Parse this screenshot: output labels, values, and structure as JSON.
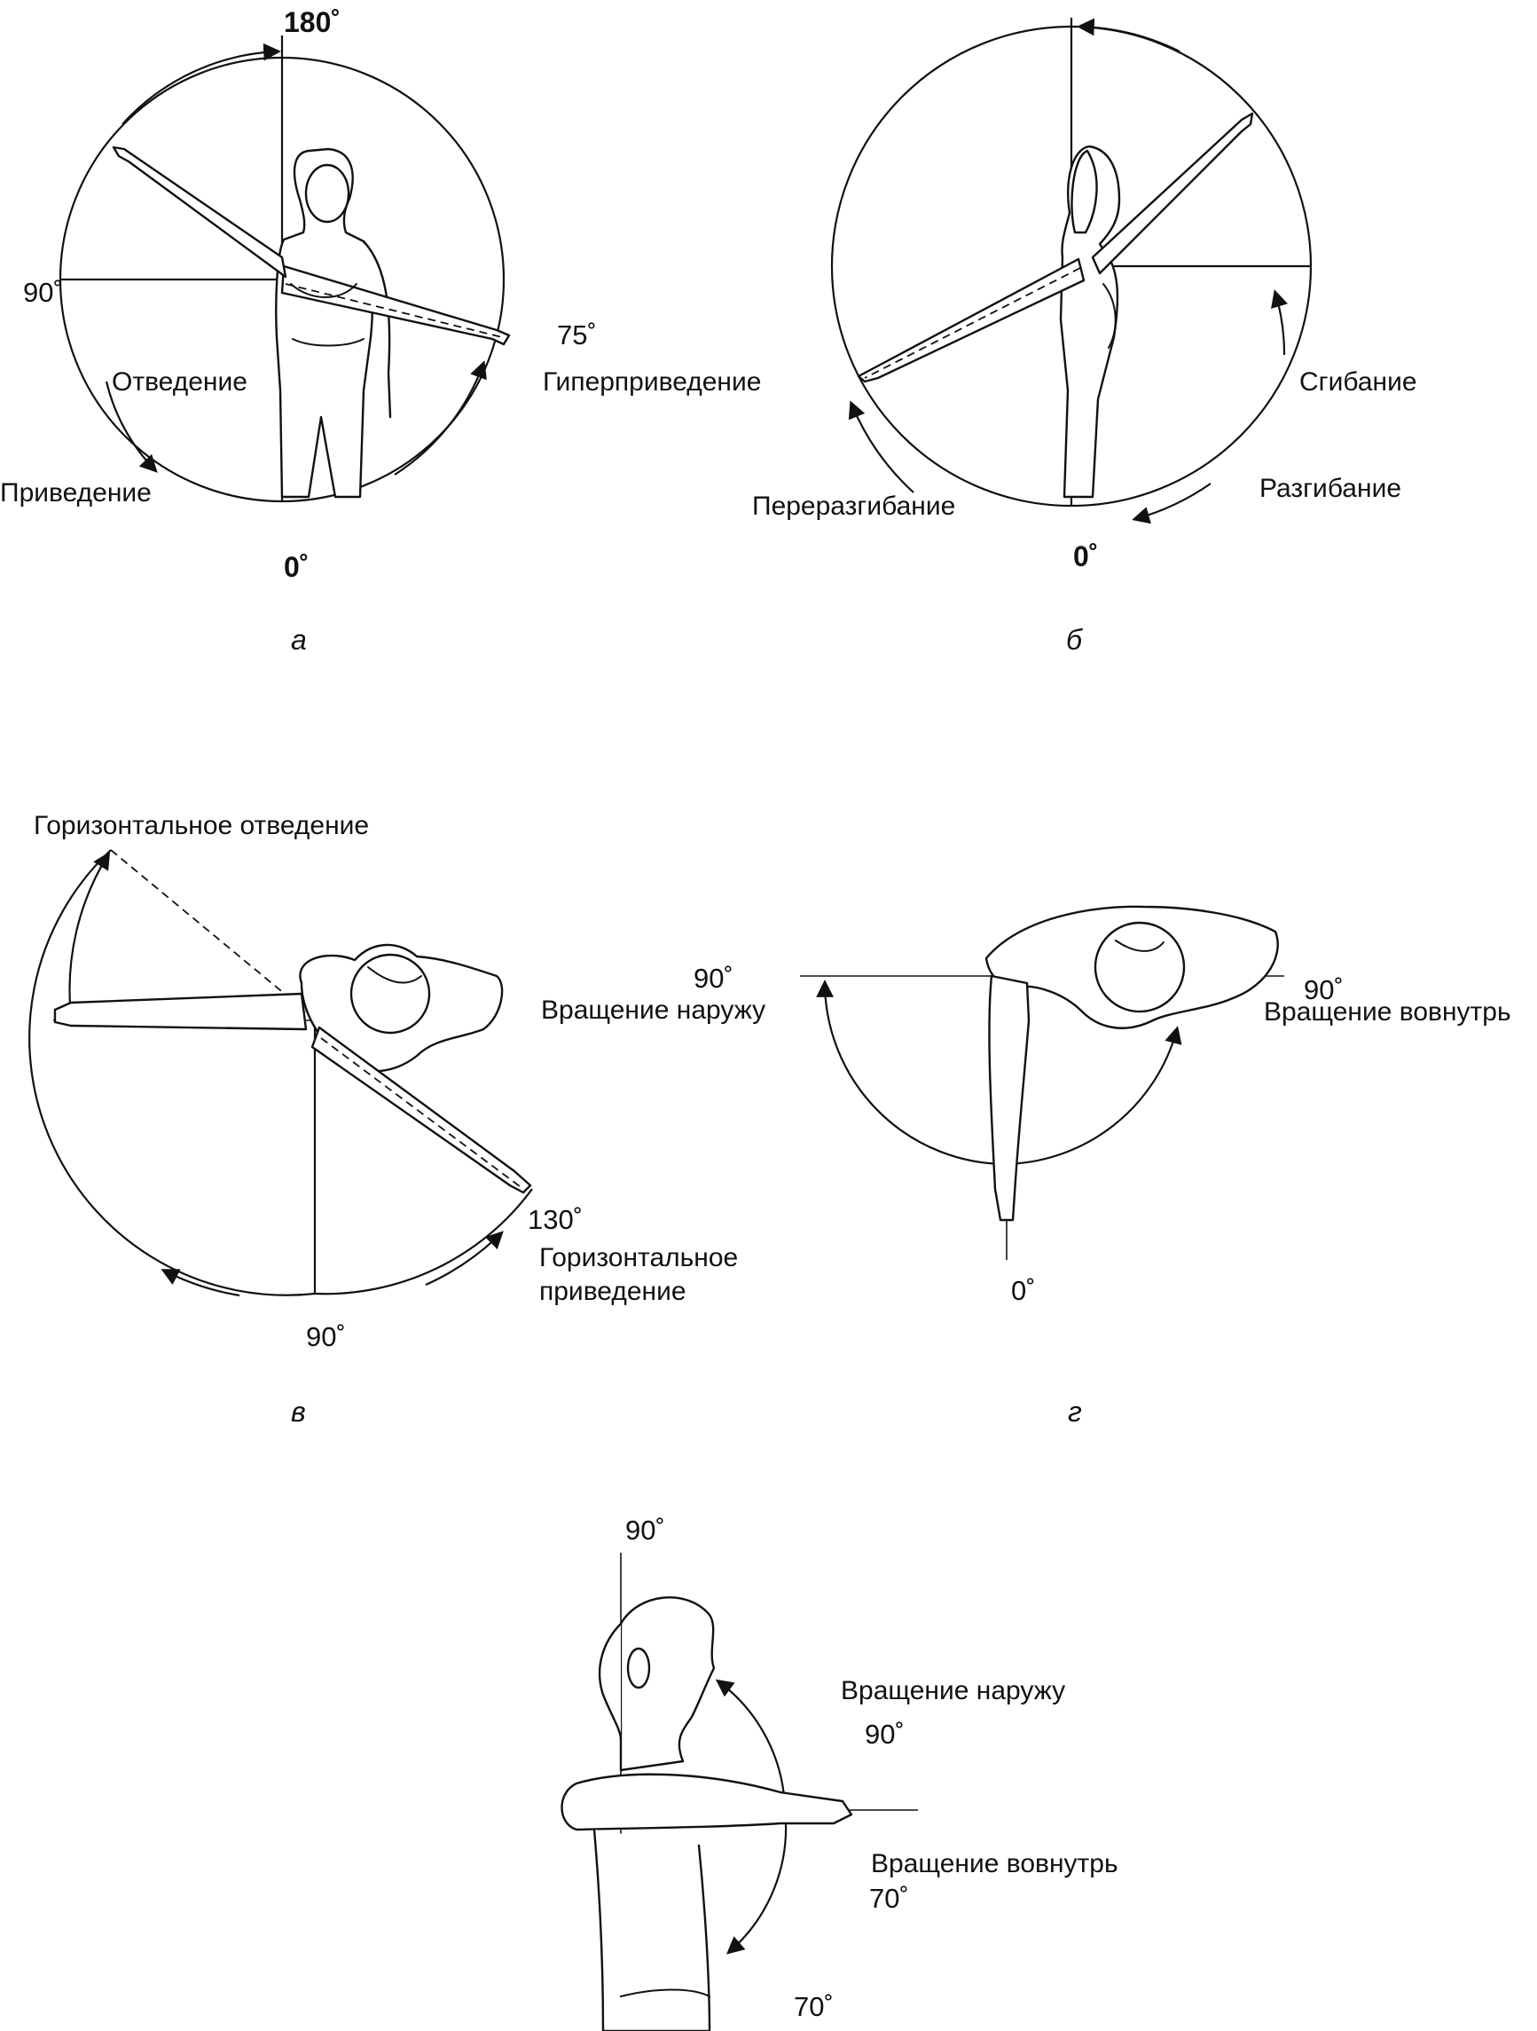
{
  "panels": [
    {
      "id": "a",
      "letter": "а",
      "deg_top": "180˚",
      "deg_left": "90˚",
      "deg_right": "75˚",
      "deg_bottom": "0˚",
      "label_abduction": "Отведение",
      "label_adduction": "Приведение",
      "label_hyperadduction": "Гиперприведение"
    },
    {
      "id": "b",
      "letter": "б",
      "deg_bottom": "0˚",
      "label_flexion": "Сгибание",
      "label_extension": "Разгибание",
      "label_hyperextension": "Переразгибание"
    },
    {
      "id": "v",
      "letter": "в",
      "label_h_abduction": "Горизонтальное отведение",
      "deg_right": "130˚",
      "label_h_adduction_1": "Горизонтальное",
      "label_h_adduction_2": "приведение",
      "deg_bottom": "90˚"
    },
    {
      "id": "g",
      "letter": "г",
      "deg_left": "90˚",
      "label_external": "Вращение наружу",
      "deg_right": "90˚",
      "label_internal": "Вращение вовнутрь",
      "deg_bottom": "0˚"
    },
    {
      "id": "d",
      "deg_top": "90˚",
      "label_external": "Вращение наружу",
      "deg_external": "90˚",
      "label_internal": "Вращение вовнутрь",
      "deg_internal": "70˚",
      "deg_bottom": "70˚"
    }
  ]
}
